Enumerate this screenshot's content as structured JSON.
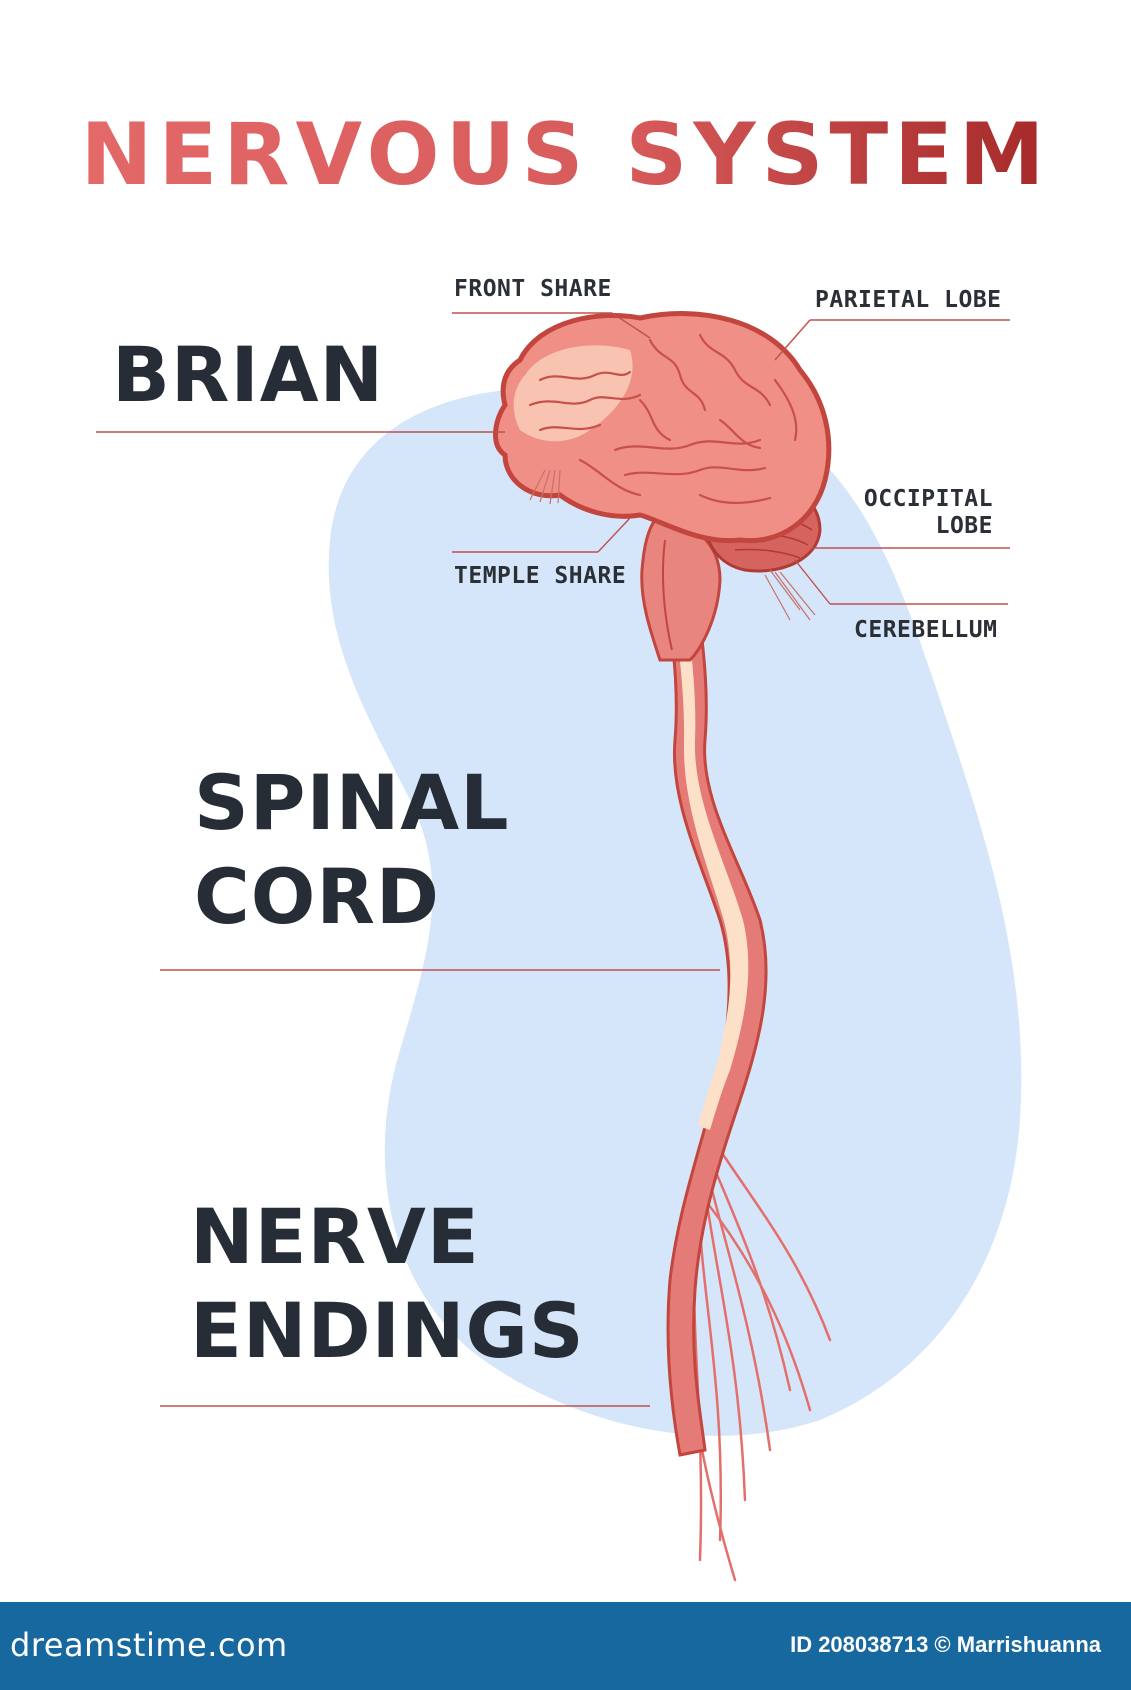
{
  "title": "NERVOUS SYSTEM",
  "sections": {
    "brain": "BRIAN",
    "spinal_cord_line1": "SPINAL",
    "spinal_cord_line2": "CORD",
    "nerve_endings_line1": "NERVE",
    "nerve_endings_line2": "ENDINGS"
  },
  "brain_parts": {
    "front_share": "FRONT SHARE",
    "parietal_lobe": "PARIETAL LOBE",
    "occipital_line1": "OCCIPITAL",
    "occipital_line2": "LOBE",
    "temple_share": "TEMPLE SHARE",
    "cerebellum": "CEREBELLUM"
  },
  "footer": {
    "brand": "dreamstime.com",
    "credit": "ID 208038713 © Marrishuanna"
  },
  "colors": {
    "title_start": "#e56a6a",
    "title_end": "#9c2020",
    "blob": "#d6e6fa",
    "tissue": "#e9857f",
    "tissue_dark": "#c2453e",
    "cord_core": "#fde0c8",
    "footer": "#17689e",
    "label": "#272d36"
  }
}
